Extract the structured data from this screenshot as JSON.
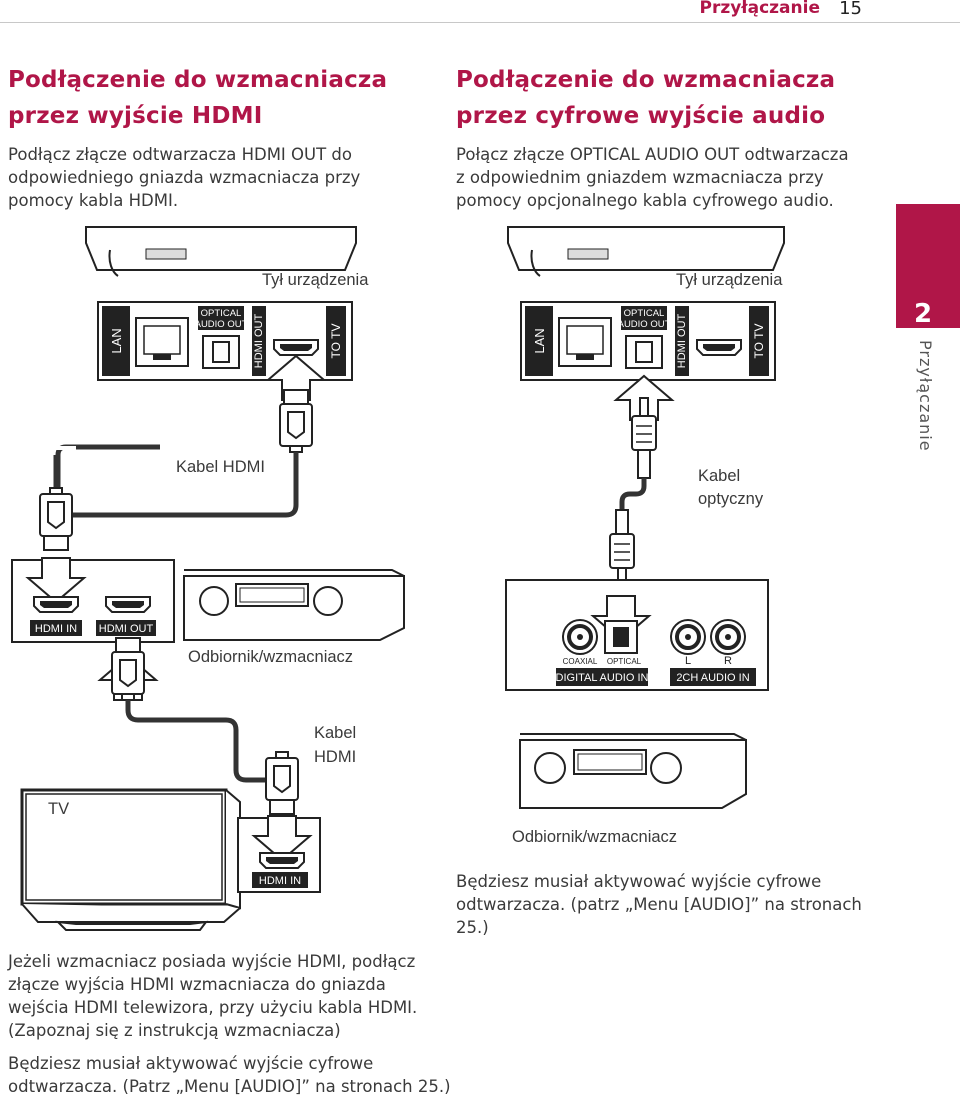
{
  "header": {
    "section": "Przyłączanie",
    "page_number": "15"
  },
  "side_tab": {
    "number": "2",
    "label": "Przyłączanie"
  },
  "left": {
    "heading_line1": "Podłączenie do wzmacniacza",
    "heading_line2": "przez wyjście HDMI",
    "intro": [
      "Podłącz złącze odtwarzacza HDMI OUT do",
      "odpowiedniego gniazda wzmacniacza przy",
      "pomocy kabla HDMI."
    ],
    "device_back": "Tył urządzenia",
    "cable_top": "Kabel HDMI",
    "receiver": "Odbiornik/wzmacniacz",
    "cable_bottom_1": "Kabel",
    "cable_bottom_2": "HDMI",
    "tv": "TV",
    "port_hdmi_in": "HDMI IN",
    "port_hdmi_out": "HDMI OUT",
    "tv_port": "HDMI IN",
    "note1": [
      "Jeżeli wzmacniacz posiada wyjście HDMI, podłącz",
      "złącze wyjścia HDMI wzmacniacza do gniazda",
      "wejścia HDMI telewizora, przy użyciu kabla HDMI.",
      "(Zapoznaj się z instrukcją wzmacniacza)"
    ],
    "note2": [
      "Będziesz musiał aktywować wyjście cyfrowe",
      "odtwarzacza. (Patrz „Menu [AUDIO]” na stronach 25.)"
    ]
  },
  "right": {
    "heading_line1": "Podłączenie do wzmacniacza",
    "heading_line2": "przez cyfrowe wyjście audio",
    "intro": [
      "Połącz złącze OPTICAL AUDIO OUT odtwarzacza",
      "z odpowiednim gniazdem wzmacniacza przy",
      "pomocy opcjonalnego kabla cyfrowego audio."
    ],
    "device_back": "Tył urządzenia",
    "cable_1": "Kabel",
    "cable_2": "optyczny",
    "receiver": "Odbiornik/wzmacniacz",
    "coaxial": "COAXIAL",
    "optical": "OPTICAL",
    "ch_l": "L",
    "ch_r": "R",
    "digital_in": "DIGITAL AUDIO IN",
    "audio_2ch": "2CH AUDIO IN",
    "note": [
      "Będziesz musiał aktywować wyjście cyfrowe",
      "odtwarzacza. (patrz „Menu [AUDIO]” na stronach",
      "25.)"
    ]
  },
  "panel": {
    "lan": "LAN",
    "optical_1": "OPTICAL",
    "optical_2": "AUDIO OUT",
    "hdmi_out": "HDMI OUT",
    "to_tv": "TO TV"
  }
}
